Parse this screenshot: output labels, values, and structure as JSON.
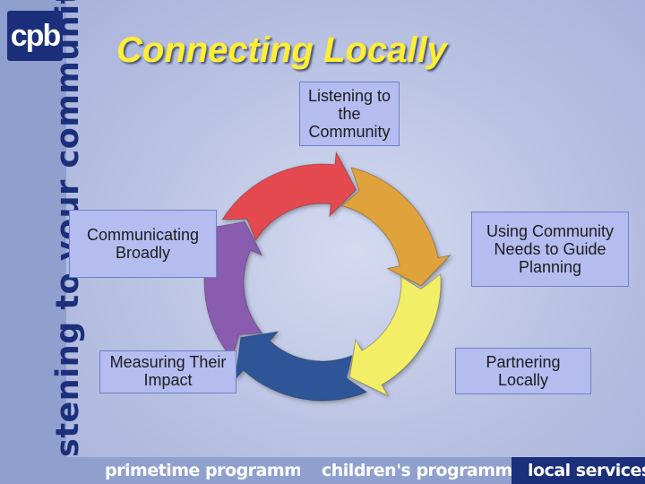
{
  "logo": {
    "text": "cpb"
  },
  "tagline": "listening to your communities",
  "title": "Connecting Locally",
  "cycle": {
    "steps": [
      {
        "label": "Listening to the Community",
        "color": "#e44a4f"
      },
      {
        "label": "Using Community Needs to Guide Planning",
        "color": "#e0a23a"
      },
      {
        "label": "Partnering Locally",
        "color": "#f2ee66"
      },
      {
        "label": "Measuring Their Impact",
        "color": "#2f5597"
      },
      {
        "label": "Communicating Broadly",
        "color": "#8a5bb0"
      }
    ]
  },
  "footer": {
    "items": [
      "primetime programming",
      "children's programming",
      "local services"
    ]
  },
  "colors": {
    "brand": "#1b2f7a",
    "title": "#ffee33"
  }
}
